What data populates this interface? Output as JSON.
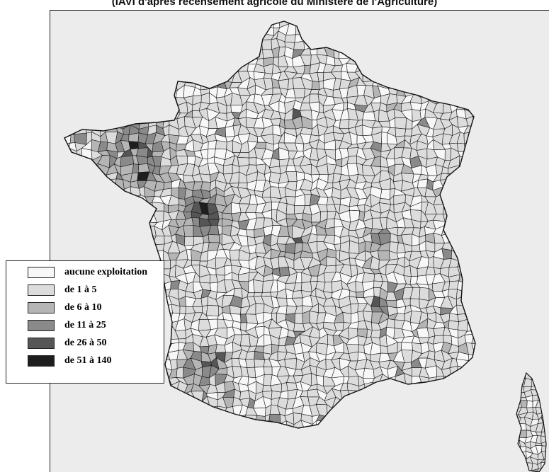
{
  "header": {
    "caption": "(IAVI d'après recensement agricole du Ministère de l'Agriculture)"
  },
  "colors": {
    "background": "#ececec",
    "border": "#1a1a1a",
    "class_fills": [
      "#f7f7f7",
      "#dcdcdc",
      "#b5b5b5",
      "#8a8a8a",
      "#565656",
      "#1e1e1e"
    ]
  },
  "legend": {
    "items": [
      {
        "label": "aucune exploitation",
        "color": "#f7f7f7"
      },
      {
        "label": "de 1 à 5",
        "color": "#dcdcdc"
      },
      {
        "label": "de 6 à 10",
        "color": "#b5b5b5"
      },
      {
        "label": "de 11 à 25",
        "color": "#8a8a8a"
      },
      {
        "label": "de 26 à 50",
        "color": "#565656"
      },
      {
        "label": "de 51 à 140",
        "color": "#1e1e1e"
      }
    ]
  }
}
